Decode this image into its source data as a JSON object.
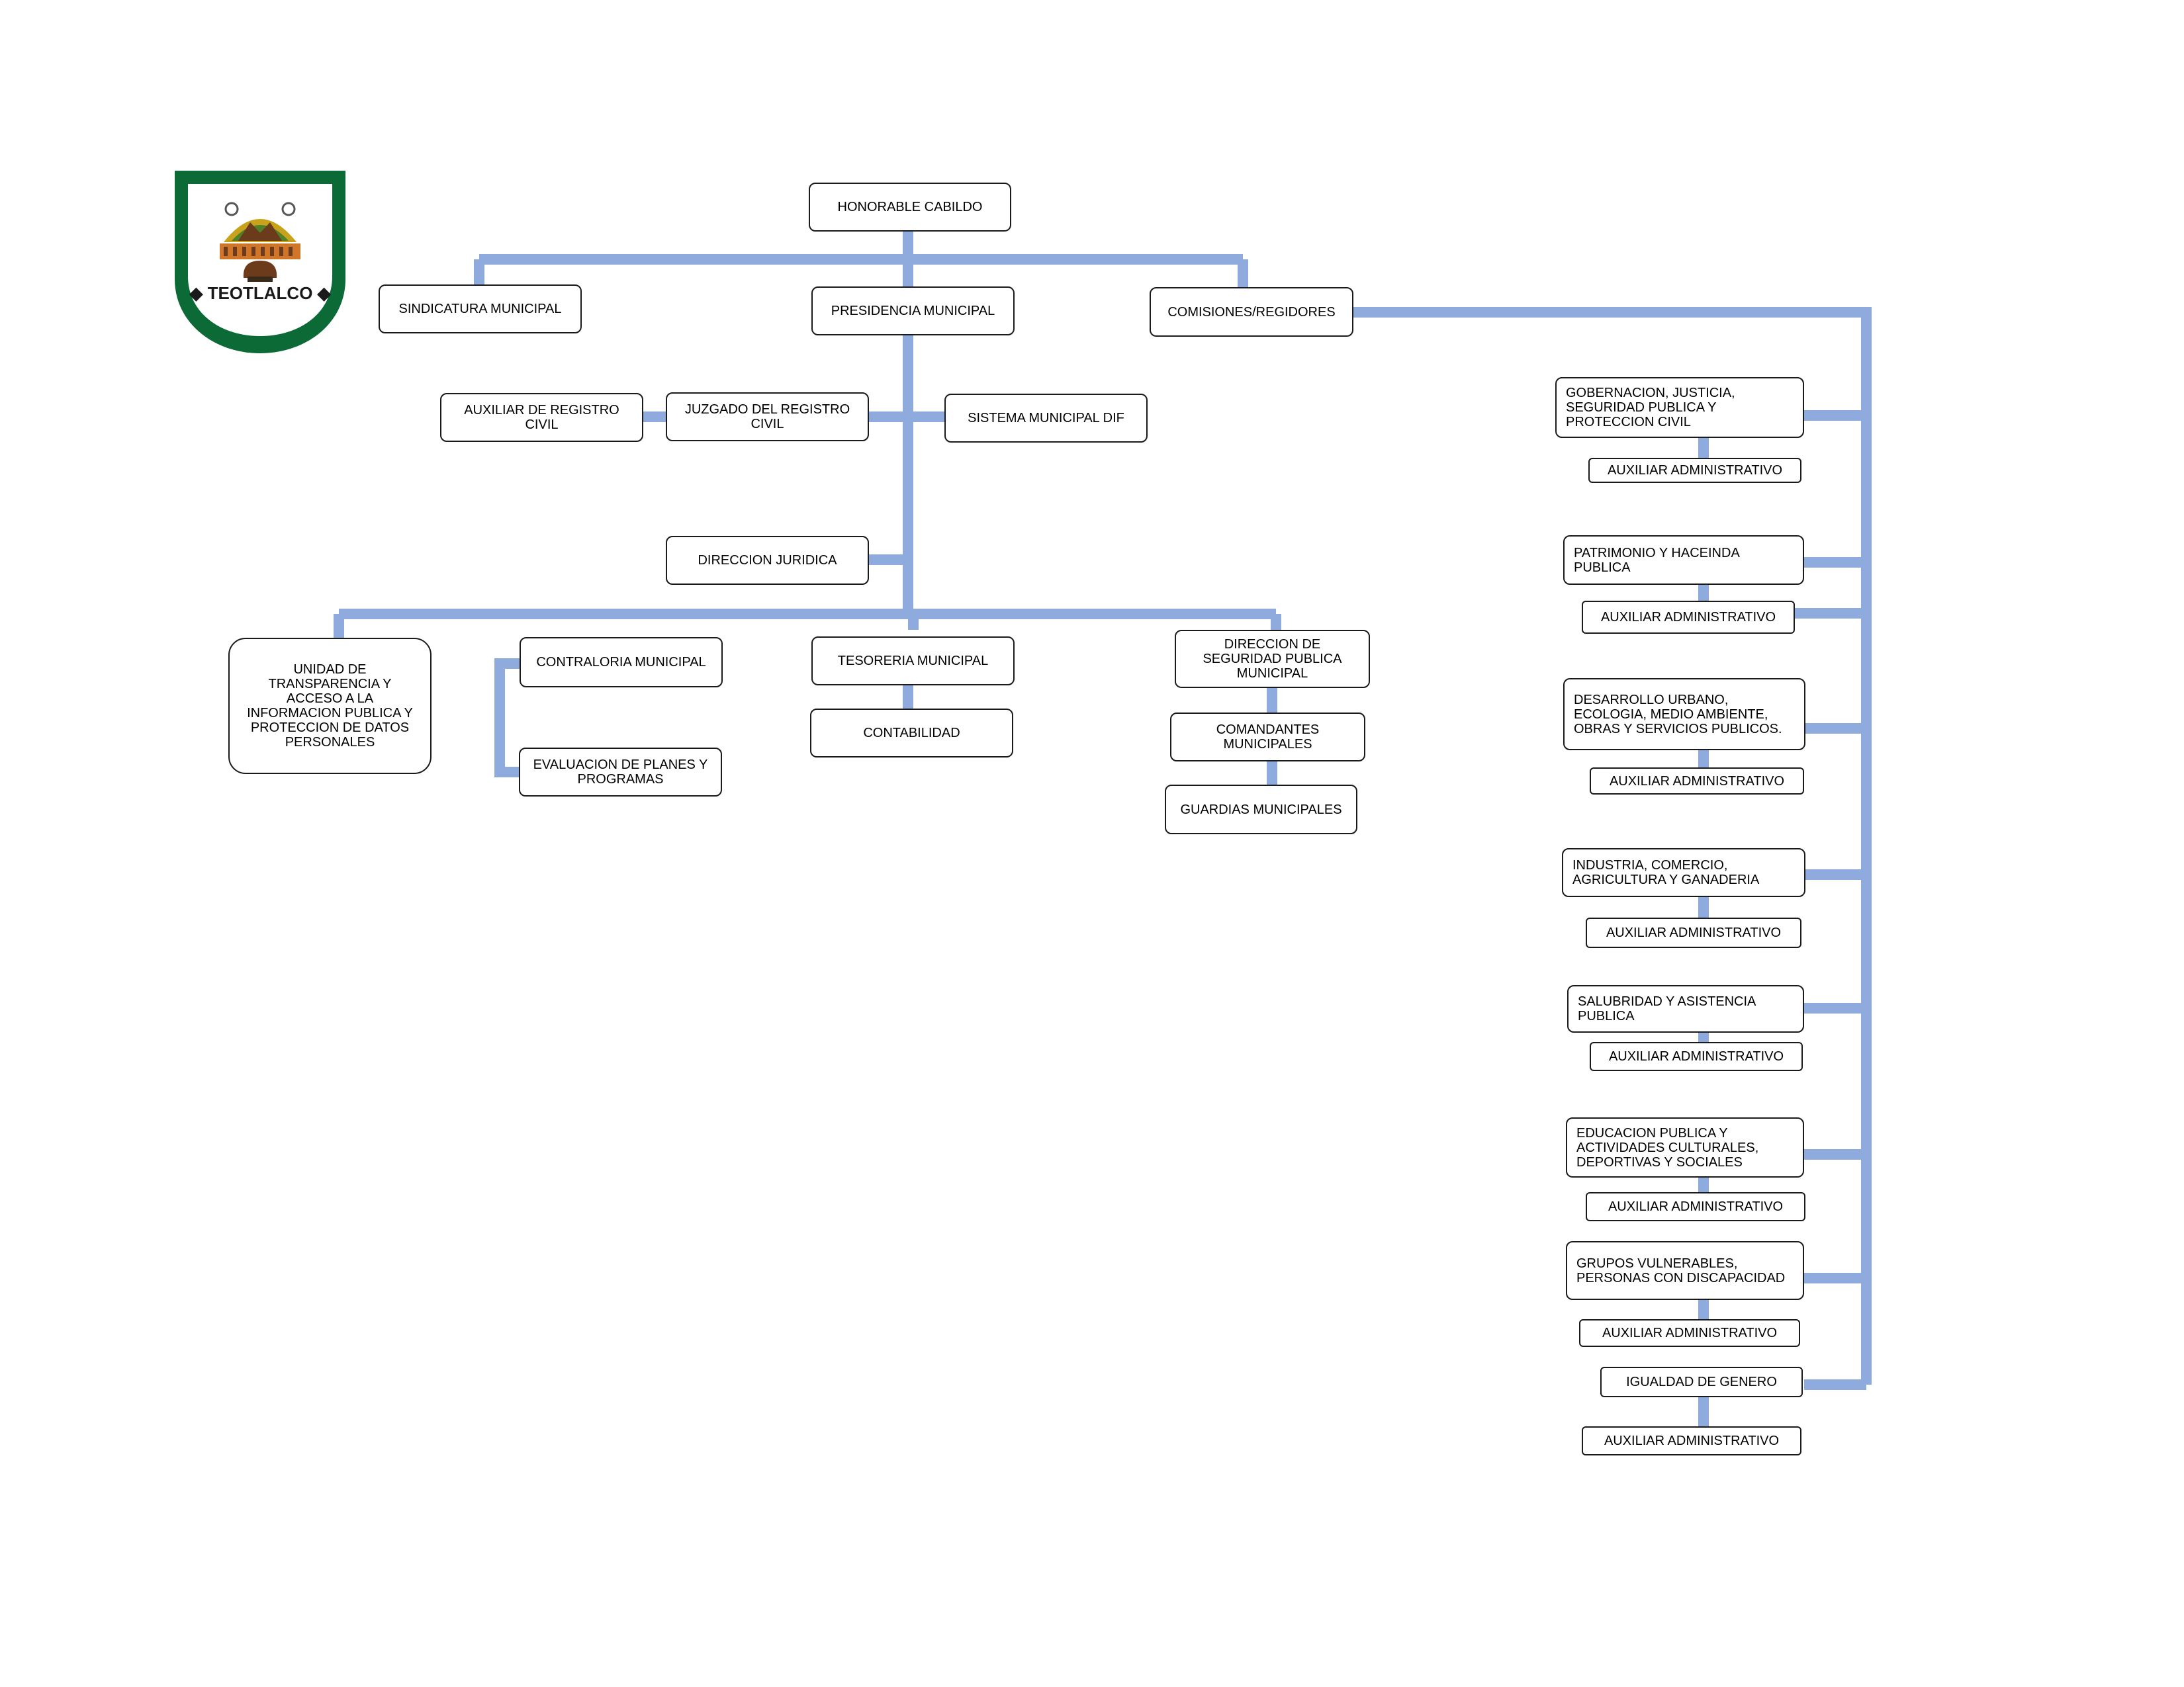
{
  "logo": {
    "text": "TEOTLALCO",
    "colors": {
      "shield": "#0b6a35",
      "glyph_gold": "#c9a21b",
      "glyph_orange": "#d0762b",
      "glyph_brown": "#6b3b1b",
      "glyph_green": "#3d7a2a"
    }
  },
  "connector_color": "#8fabde",
  "org": {
    "cabildo": "HONORABLE CABILDO",
    "sindicatura": "SINDICATURA MUNICIPAL",
    "presidencia": "PRESIDENCIA MUNICIPAL",
    "comisiones": "COMISIONES/REGIDORES",
    "auxiliar_registro": "AUXILIAR DE REGISTRO\nCIVIL",
    "juzgado": "JUZGADO DEL REGISTRO\nCIVIL",
    "dif": "SISTEMA MUNICIPAL DIF",
    "juridica": "DIRECCION JURIDICA",
    "transparencia": "UNIDAD DE\nTRANSPARENCIA Y\nACCESO A LA\nINFORMACION PUBLICA Y\nPROTECCION DE DATOS\nPERSONALES",
    "contraloria": "CONTRALORIA MUNICIPAL",
    "evaluacion": "EVALUACION DE PLANES Y\nPROGRAMAS",
    "tesoreria": "TESORERIA MUNICIPAL",
    "contabilidad": "CONTABILIDAD",
    "seguridad": "DIRECCION DE\nSEGURIDAD PUBLICA\nMUNICIPAL",
    "comandantes": "COMANDANTES\nMUNICIPALES",
    "guardias": "GUARDIAS MUNICIPALES"
  },
  "commissions": [
    {
      "name": "GOBERNACION, JUSTICIA,\nSEGURIDAD PUBLICA Y\nPROTECCION CIVIL",
      "aux": "AUXILIAR ADMINISTRATIVO"
    },
    {
      "name": "PATRIMONIO Y HACEINDA\nPUBLICA",
      "aux": "AUXILIAR ADMINISTRATIVO"
    },
    {
      "name": "DESARROLLO URBANO,\nECOLOGIA, MEDIO AMBIENTE,\nOBRAS Y SERVICIOS PUBLICOS.",
      "aux": "AUXILIAR ADMINISTRATIVO"
    },
    {
      "name": "INDUSTRIA, COMERCIO,\nAGRICULTURA Y GANADERIA",
      "aux": "AUXILIAR ADMINISTRATIVO"
    },
    {
      "name": "SALUBRIDAD Y ASISTENCIA\nPUBLICA",
      "aux": "AUXILIAR ADMINISTRATIVO"
    },
    {
      "name": "EDUCACION PUBLICA Y\nACTIVIDADES CULTURALES,\nDEPORTIVAS Y SOCIALES",
      "aux": "AUXILIAR ADMINISTRATIVO"
    },
    {
      "name": "GRUPOS VULNERABLES,\nPERSONAS CON DISCAPACIDAD",
      "aux": "AUXILIAR ADMINISTRATIVO"
    },
    {
      "name": "IGUALDAD DE GENERO",
      "aux": "AUXILIAR ADMINISTRATIVO"
    }
  ]
}
